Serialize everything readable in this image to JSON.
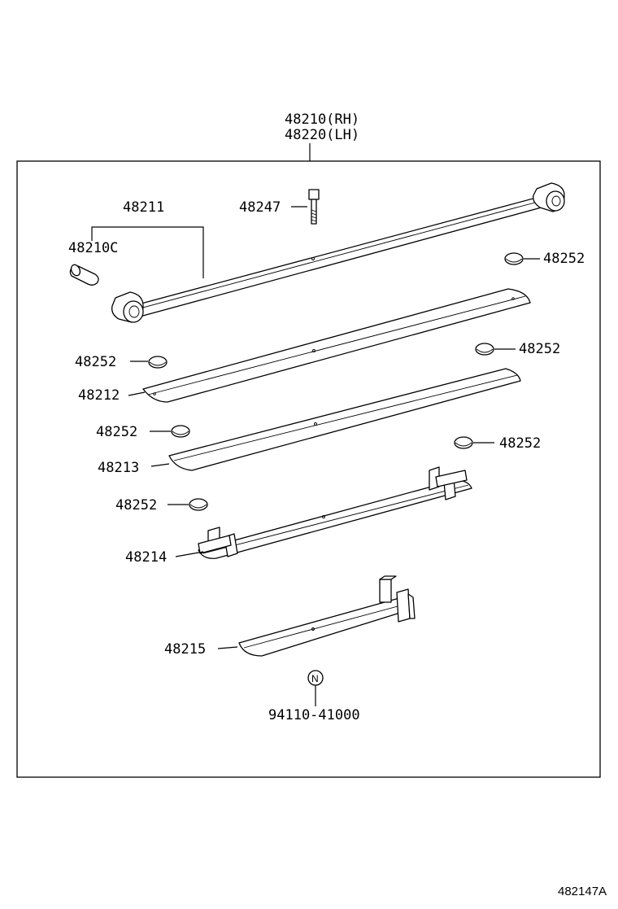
{
  "assembly": {
    "part_rh": "48210(RH)",
    "part_lh": "48220(LH)"
  },
  "labels": {
    "p48211": "48211",
    "p48210c": "48210C",
    "p48247": "48247",
    "p48252_a": "48252",
    "p48252_b": "48252",
    "p48252_c": "48252",
    "p48252_d": "48252",
    "p48252_e": "48252",
    "p48252_f": "48252",
    "p48212": "48212",
    "p48213": "48213",
    "p48214": "48214",
    "p48215": "48215",
    "p94110": "94110-41000"
  },
  "figure_number": "482147A",
  "icons": {
    "nut_marker": "N"
  }
}
